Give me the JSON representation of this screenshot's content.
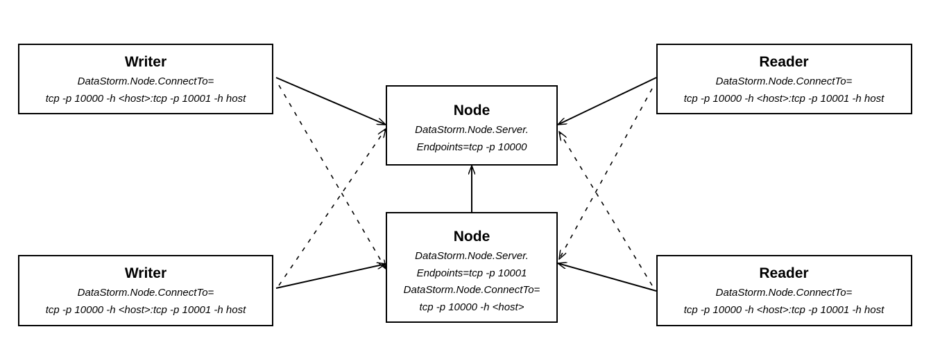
{
  "nodes": {
    "writer_top": {
      "title": "Writer",
      "lines": [
        "DataStorm.Node.ConnectTo=",
        "tcp -p 10000 -h <host>:tcp -p 10001 -h host"
      ]
    },
    "writer_bottom": {
      "title": "Writer",
      "lines": [
        "DataStorm.Node.ConnectTo=",
        "tcp -p 10000 -h <host>:tcp -p 10001 -h host"
      ]
    },
    "node_top": {
      "title": "Node",
      "lines": [
        "DataStorm.Node.Server.",
        "Endpoints=tcp -p 10000"
      ]
    },
    "node_bottom": {
      "title": "Node",
      "lines": [
        "DataStorm.Node.Server.",
        "Endpoints=tcp -p 10001",
        "DataStorm.Node.ConnectTo=",
        "tcp -p 10000 -h <host>"
      ]
    },
    "reader_top": {
      "title": "Reader",
      "lines": [
        "DataStorm.Node.ConnectTo=",
        "tcp -p 10000 -h <host>:tcp -p 10001 -h host"
      ]
    },
    "reader_bottom": {
      "title": "Reader",
      "lines": [
        "DataStorm.Node.ConnectTo=",
        "tcp -p 10000 -h <host>:tcp -p 10001 -h host"
      ]
    }
  },
  "edges": [
    {
      "from": "writer_top",
      "to": "node_top",
      "style": "solid"
    },
    {
      "from": "writer_top",
      "to": "node_bottom",
      "style": "dashed"
    },
    {
      "from": "writer_bottom",
      "to": "node_bottom",
      "style": "solid"
    },
    {
      "from": "writer_bottom",
      "to": "node_top",
      "style": "dashed"
    },
    {
      "from": "node_bottom",
      "to": "node_top",
      "style": "solid"
    },
    {
      "from": "reader_top",
      "to": "node_top",
      "style": "solid"
    },
    {
      "from": "reader_top",
      "to": "node_bottom",
      "style": "dashed"
    },
    {
      "from": "reader_bottom",
      "to": "node_bottom",
      "style": "solid"
    },
    {
      "from": "reader_bottom",
      "to": "node_top",
      "style": "dashed"
    }
  ]
}
